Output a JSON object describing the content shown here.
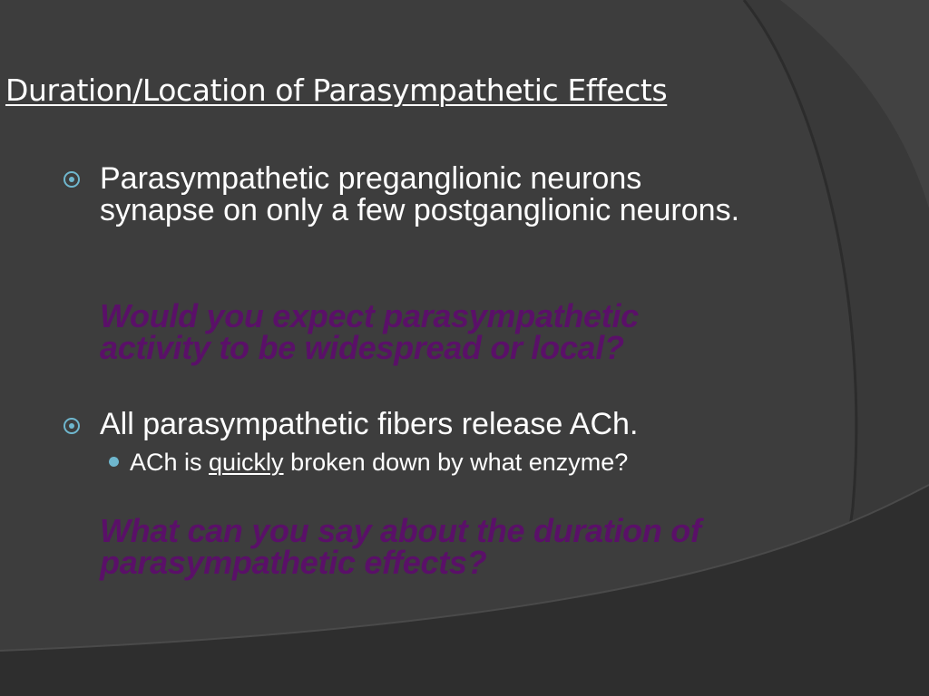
{
  "slide": {
    "title": "Duration/Location of Parasympathetic Effects",
    "bullet1": "Parasympathetic preganglionic neurons synapse on only a few postganglionic neurons.",
    "question1": "Would you expect parasympathetic activity to be widespread or local?",
    "bullet2": "All parasympathetic fibers release ACh.",
    "sub_bullet": {
      "before": "ACh is ",
      "emphasis": "quickly",
      "after": " broken down by what enzyme?"
    },
    "question2": "What can you say about the duration of parasympathetic effects?"
  },
  "colors": {
    "background": "#3a3a3a",
    "text": "#ffffff",
    "question": "#5a1068",
    "bullet": "#6fb7ce"
  },
  "icons": {
    "bullet1": "ring-bullet-icon",
    "bullet2": "ring-bullet-icon",
    "sub_bullet": "dot-bullet-icon"
  }
}
